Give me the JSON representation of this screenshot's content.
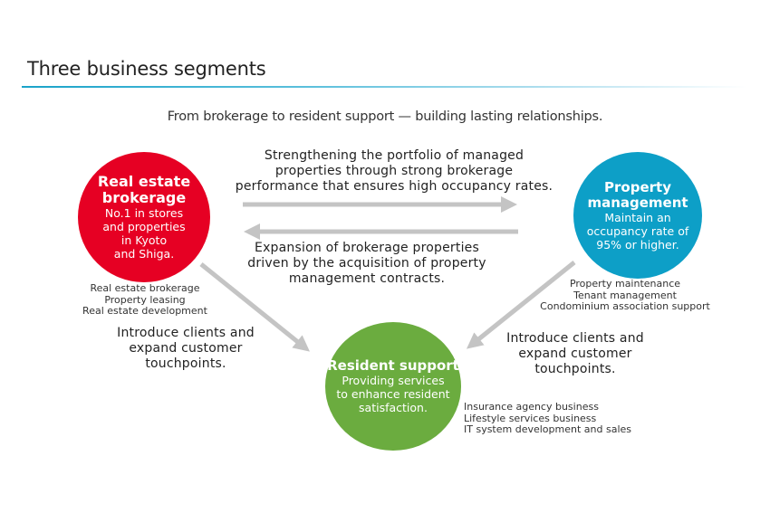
{
  "header": {
    "title": "Three business segments",
    "subtitle": "From brokerage to resident support — building lasting relationships."
  },
  "colors": {
    "brokerage": "#e60023",
    "management": "#0d9fc7",
    "support": "#6bac3f",
    "arrow": "#c4c4c4",
    "title_rule": "#1aa3c9"
  },
  "segments": {
    "brokerage": {
      "title_lines": [
        "Real estate",
        "brokerage"
      ],
      "desc_lines": [
        "No.1 in stores",
        "and properties",
        "in Kyoto",
        "and Shiga."
      ],
      "services": [
        "Real estate brokerage",
        "Property leasing",
        "Real estate development"
      ]
    },
    "management": {
      "title_lines": [
        "Property",
        "management"
      ],
      "desc_lines": [
        "Maintain an",
        "occupancy rate of",
        "95% or higher."
      ],
      "services": [
        "Property maintenance",
        "Tenant management",
        "Condominium association support"
      ]
    },
    "support": {
      "title_lines": [
        "Resident support"
      ],
      "desc_lines": [
        "Providing services",
        "to enhance resident",
        "satisfaction."
      ],
      "services": [
        "Insurance agency business",
        "Lifestyle services business",
        "IT system development and sales"
      ]
    }
  },
  "flows": {
    "brokerage_to_management": {
      "lines": [
        "Strengthening the portfolio of managed",
        "properties through strong brokerage",
        "performance that ensures high occupancy rates."
      ]
    },
    "management_to_brokerage": {
      "lines": [
        "Expansion of brokerage properties",
        "driven by the acquisition of property",
        "management contracts."
      ]
    },
    "brokerage_to_support": {
      "lines": [
        "Introduce clients and",
        "expand customer",
        "touchpoints."
      ]
    },
    "management_to_support": {
      "lines": [
        "Introduce clients and",
        "expand customer",
        "touchpoints."
      ]
    }
  }
}
